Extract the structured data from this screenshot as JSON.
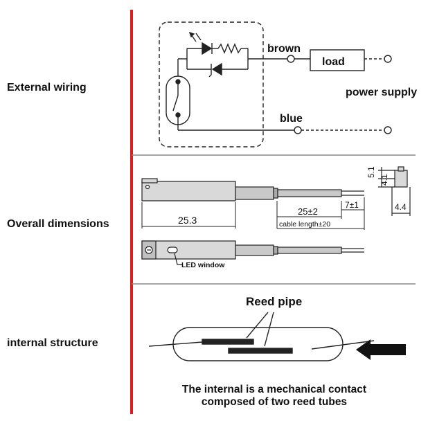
{
  "sections": {
    "external_wiring": {
      "label": "External wiring"
    },
    "overall_dimensions": {
      "label": "Overall dimensions"
    },
    "internal_structure": {
      "label": "internal structure"
    }
  },
  "wiring": {
    "brown": "brown",
    "load": "load",
    "power_supply": "power supply",
    "blue": "blue"
  },
  "dimensions": {
    "len_25_3": "25.3",
    "len_25_2": "25±2",
    "len_7_1": "7±1",
    "cable_length": "cable length±20",
    "h_5_1": "5.1",
    "h_4_1": "4.1",
    "w_4_4": "4.4",
    "led_window": "LED window"
  },
  "internal": {
    "reed_pipe": "Reed pipe",
    "caption_line1": "The internal is a mechanical contact",
    "caption_line2": "composed of two reed tubes"
  },
  "colors": {
    "divider_red": "#d81e1e",
    "line": "#222222",
    "body_fill": "#d9d9d9",
    "cable_fill": "#c9c9c9"
  }
}
